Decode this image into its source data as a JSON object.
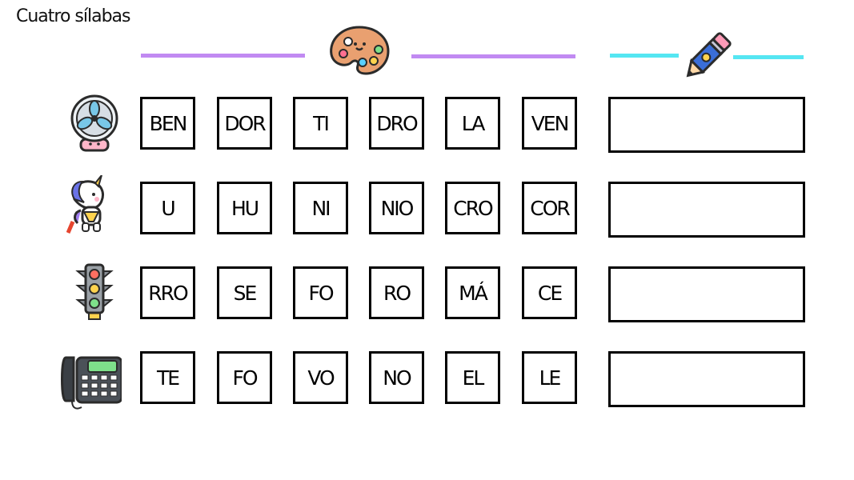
{
  "title": "Cuatro sílabas",
  "icons": {
    "header_left": "palette-icon",
    "header_right": "pencil-icon"
  },
  "colors": {
    "purple_line": "#c18af2",
    "cyan_line": "#55e6f2",
    "border": "#000000"
  },
  "rows": [
    {
      "icon": "fan-icon",
      "syllables": [
        "BEN",
        "DOR",
        "TI",
        "DRO",
        "LA",
        "VEN"
      ],
      "answer": ""
    },
    {
      "icon": "unicorn-icon",
      "syllables": [
        "U",
        "HU",
        "NI",
        "NIO",
        "CRO",
        "COR"
      ],
      "answer": ""
    },
    {
      "icon": "traffic-light-icon",
      "syllables": [
        "RRO",
        "SE",
        "FO",
        "RO",
        "MÁ",
        "CE"
      ],
      "answer": ""
    },
    {
      "icon": "telephone-icon",
      "syllables": [
        "TE",
        "FO",
        "VO",
        "NO",
        "EL",
        "LE"
      ],
      "answer": ""
    }
  ]
}
